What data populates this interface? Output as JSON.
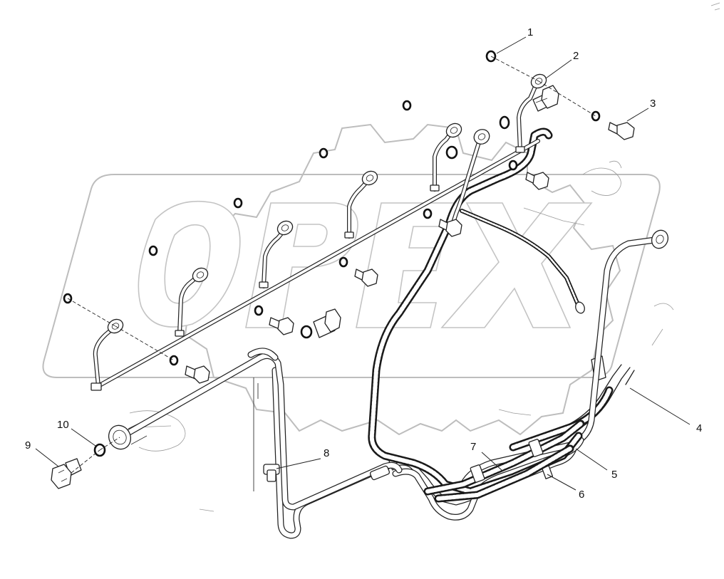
{
  "diagram": {
    "watermark_text": "OPEX",
    "callouts": [
      "1",
      "2",
      "3",
      "4",
      "5",
      "6",
      "7",
      "8",
      "9",
      "10"
    ]
  }
}
